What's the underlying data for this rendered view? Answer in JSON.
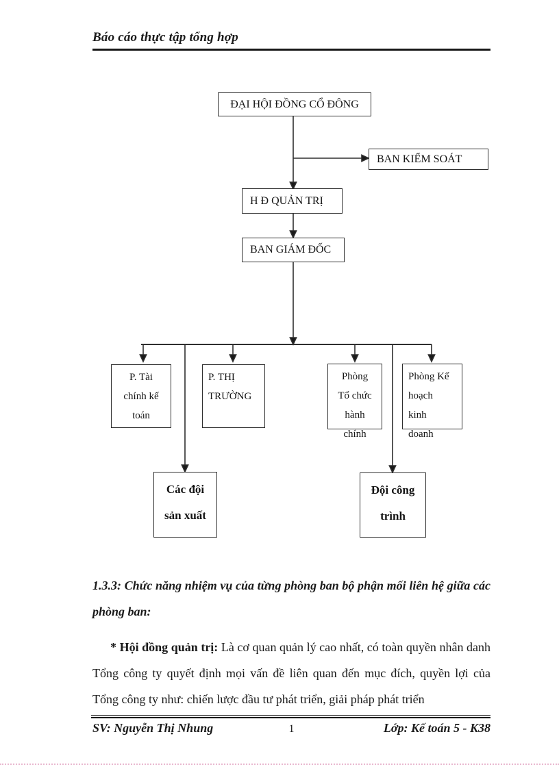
{
  "header": {
    "title": "Báo cáo thực tập tổng hợp"
  },
  "diagram": {
    "nodes": {
      "dai_hoi_dong_co_dong": {
        "label": "ĐẠI HỘI ĐỒNG CỔ ĐÔNG"
      },
      "ban_kiem_soat": {
        "label": "BAN KIỂM SOÁT"
      },
      "hd_quan_tri": {
        "label": "H Đ QUẢN TRỊ"
      },
      "ban_giam_doc": {
        "label": "BAN GIÁM ĐỐC"
      },
      "p_tai_chinh_ke_toan": {
        "lines": [
          "P. Tài",
          "chính kế",
          "toán"
        ]
      },
      "p_thi_truong": {
        "lines": [
          "P. THỊ",
          "TRƯỜNG"
        ]
      },
      "phong_to_chuc_hanh_chinh": {
        "lines": [
          "Phòng",
          "Tổ chức",
          "hành",
          "chính"
        ]
      },
      "phong_ke_hoach_kinh_doanh": {
        "lines": [
          "Phòng Kế",
          "hoạch",
          "kinh",
          "doanh"
        ]
      },
      "cac_doi_san_xuat": {
        "lines": [
          "Các đội",
          "sản xuất"
        ]
      },
      "doi_cong_trinh": {
        "lines": [
          "Đội công",
          "trình"
        ]
      }
    }
  },
  "content": {
    "section_heading": "1.3.3: Chức năng nhiệm vụ của từng phòng ban bộ phận mối liên hệ giữa các phòng ban:",
    "paragraph": {
      "lead": "* Hội đồng quản trị:",
      "body": " Là cơ quan quản lý cao nhất, có toàn quyền nhân danh Tổng công ty quyết định mọi vấn đề liên quan đến mục đích, quyền lợi của Tổng công ty như: chiến lược đầu tư phát triển, giải pháp phát triển"
    }
  },
  "footer": {
    "student": "SV: Nguyễn Thị Nhung",
    "page_number": "1",
    "class_label": "Lớp: Kế toán 5 - K38"
  }
}
